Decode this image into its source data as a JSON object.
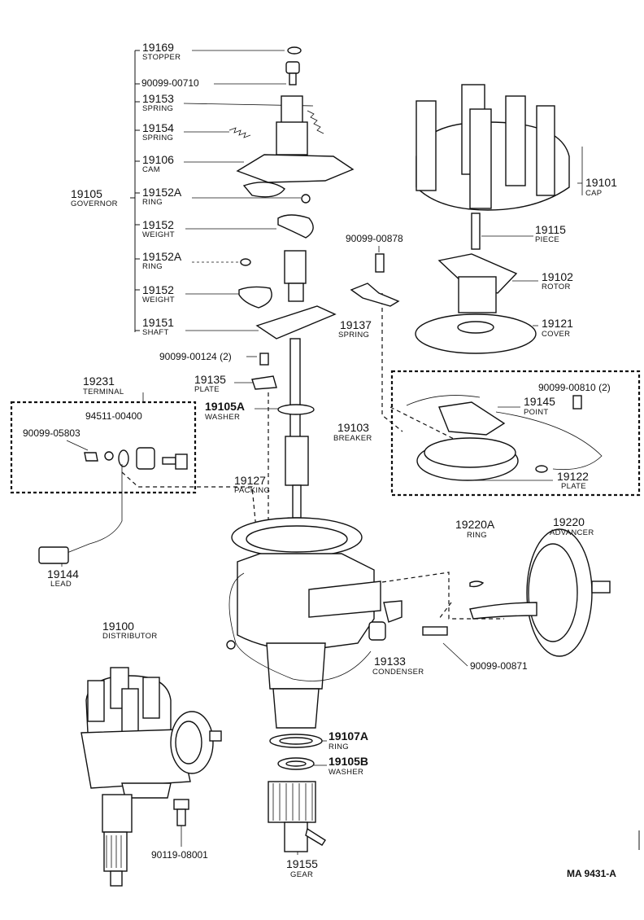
{
  "parts": {
    "p19169": {
      "number": "19169",
      "name": "STOPPER"
    },
    "p90099_00710": {
      "number": "90099-00710"
    },
    "p19153": {
      "number": "19153",
      "name": "SPRING"
    },
    "p19154": {
      "number": "19154",
      "name": "SPRING"
    },
    "p19106": {
      "number": "19106",
      "name": "CAM"
    },
    "p19105": {
      "number": "19105",
      "name": "GOVERNOR"
    },
    "p19152A_1": {
      "number": "19152A",
      "name": "RING"
    },
    "p19152_1": {
      "number": "19152",
      "name": "WEIGHT"
    },
    "p19152A_2": {
      "number": "19152A",
      "name": "RING"
    },
    "p19152_2": {
      "number": "19152",
      "name": "WEIGHT"
    },
    "p19151": {
      "number": "19151",
      "name": "SHAFT"
    },
    "p90099_00124": {
      "number": "90099-00124 (2)"
    },
    "p19135": {
      "number": "19135",
      "name": "PLATE"
    },
    "p19105A": {
      "number": "19105A",
      "name": "WASHER"
    },
    "p19231": {
      "number": "19231",
      "name": "TERMINAL"
    },
    "p94511_00400": {
      "number": "94511-00400"
    },
    "p90099_05803": {
      "number": "90099-05803"
    },
    "p19144": {
      "number": "19144",
      "name": "LEAD"
    },
    "p19127": {
      "number": "19127",
      "name": "PACKING"
    },
    "p19101": {
      "number": "19101",
      "name": "CAP"
    },
    "p19115": {
      "number": "19115",
      "name": "PIECE"
    },
    "p90099_00878": {
      "number": "90099-00878"
    },
    "p19102": {
      "number": "19102",
      "name": "ROTOR"
    },
    "p19137": {
      "number": "19137",
      "name": "SPRING"
    },
    "p19121": {
      "number": "19121",
      "name": "COVER"
    },
    "p90099_00810": {
      "number": "90099-00810 (2)"
    },
    "p19145": {
      "number": "19145",
      "name": "POINT"
    },
    "p19103": {
      "number": "19103",
      "name": "BREAKER"
    },
    "p19122": {
      "number": "19122",
      "name": "PLATE"
    },
    "p19220A": {
      "number": "19220A",
      "name": "RING"
    },
    "p19220": {
      "number": "19220",
      "name": "ADVANCER"
    },
    "p19133": {
      "number": "19133",
      "name": "CONDENSER"
    },
    "p90099_00871": {
      "number": "90099-00871"
    },
    "p19100": {
      "number": "19100",
      "name": "DISTRIBUTOR"
    },
    "p19107A": {
      "number": "19107A",
      "name": "RING"
    },
    "p19105B": {
      "number": "19105B",
      "name": "WASHER"
    },
    "p90119_08001": {
      "number": "90119-08001"
    },
    "p19155": {
      "number": "19155",
      "name": "GEAR"
    }
  },
  "figure_id": "MA 9431-A"
}
